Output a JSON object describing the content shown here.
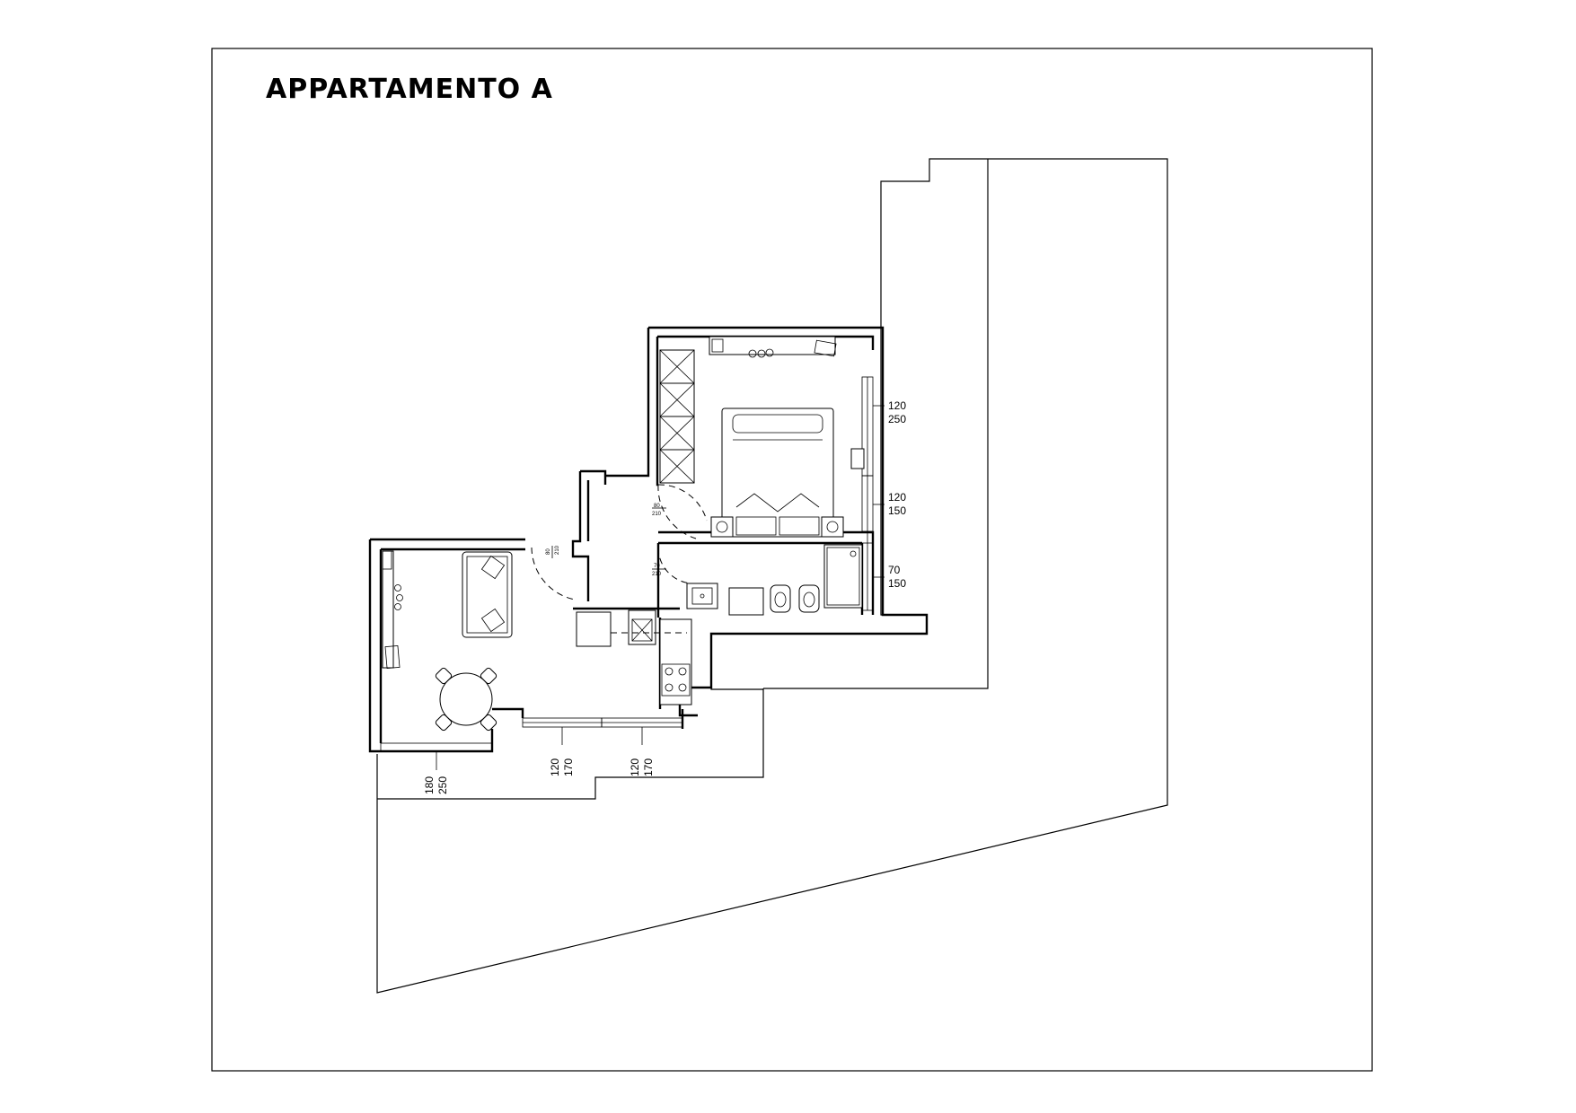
{
  "title": "APPARTAMENTO A",
  "windows": [
    {
      "id": "bedroom-window-top",
      "height": "120",
      "width": "250"
    },
    {
      "id": "bedroom-window-bottom",
      "height": "120",
      "width": "150"
    },
    {
      "id": "bathroom-window",
      "height": "70",
      "width": "150"
    },
    {
      "id": "living-door-window",
      "height": "180",
      "width": "250"
    },
    {
      "id": "living-window-1",
      "height": "120",
      "width": "170"
    },
    {
      "id": "living-window-2",
      "height": "120",
      "width": "170"
    }
  ],
  "door_labels": [
    {
      "id": "entrance-door",
      "a": "80",
      "b": "210"
    },
    {
      "id": "bedroom-door",
      "a": "80",
      "b": "210"
    },
    {
      "id": "bathroom-door",
      "a": "70",
      "b": "210"
    }
  ]
}
